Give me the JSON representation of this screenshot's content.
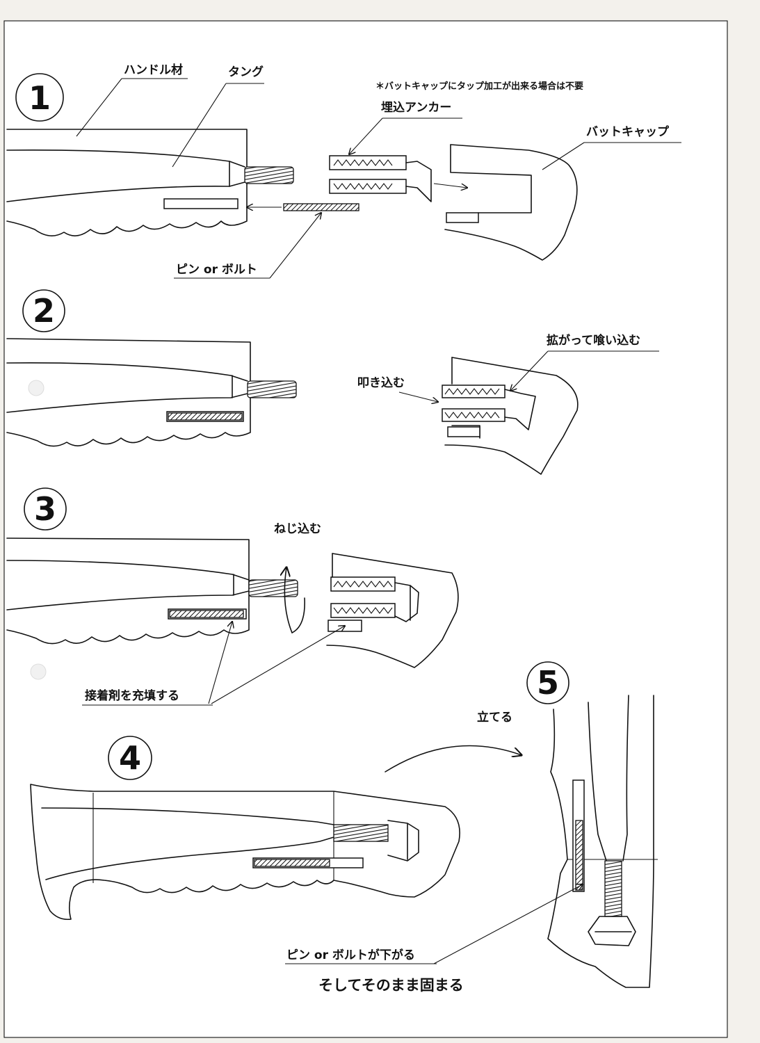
{
  "steps": {
    "s1": "1",
    "s2": "2",
    "s3": "3",
    "s4": "4",
    "s5": "5"
  },
  "labels": {
    "handle_material": "ハンドル材",
    "tang": "タング",
    "note_tap": "＊バットキャップにタップ加工が出来る場合は不要",
    "embedded_anchor": "埋込アンカー",
    "butt_cap": "バットキャップ",
    "pin_or_bolt": "ピン or ボルト",
    "expand_bite": "拡がって喰い込む",
    "hammer_in": "叩き込む",
    "screw_in": "ねじ込む",
    "fill_adhesive": "接着剤を充填する",
    "stand_up": "立てる",
    "pin_drops": "ピン or ボルトが下がる",
    "sets_as_is": "そしてそのまま固まる"
  },
  "colors": {
    "ink": "#111111",
    "paper": "#f3f1ec",
    "sheet": "#ffffff"
  }
}
